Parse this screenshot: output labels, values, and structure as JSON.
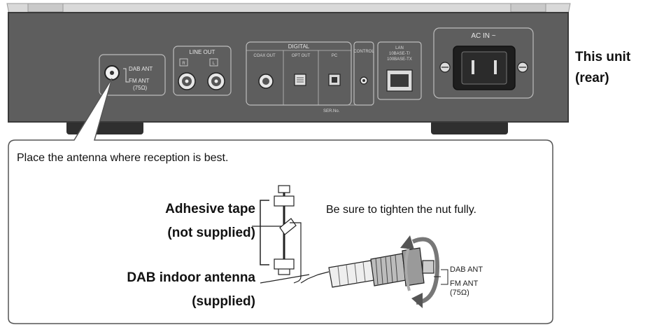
{
  "rear_panel": {
    "dab_ant": "DAB ANT",
    "fm_ant": "FM ANT",
    "fm_ohm": "(75Ω)",
    "line_out": "LINE OUT",
    "line_r": "R",
    "line_l": "L",
    "digital": "DIGITAL",
    "coax_out": "COAX OUT",
    "opt_out": "OPT OUT",
    "pc": "PC",
    "control": "CONTROL",
    "lan_1": "LAN",
    "lan_2": "10BASE-T/",
    "lan_3": "100BASE-TX",
    "ac_in": "AC IN ~",
    "ser_no": "SER.No."
  },
  "side_label": {
    "line1": "This unit",
    "line2": "(rear)"
  },
  "callout": {
    "instruction": "Place the antenna where reception is best.",
    "tighten_note": "Be sure to tighten the nut fully.",
    "adhesive_1": "Adhesive tape",
    "adhesive_2": "(not supplied)",
    "dab_indoor_1": "DAB indoor antenna",
    "dab_indoor_2": "(supplied)",
    "conn_dab": "DAB ANT",
    "conn_fm": "FM ANT",
    "conn_ohm": "(75Ω)"
  }
}
